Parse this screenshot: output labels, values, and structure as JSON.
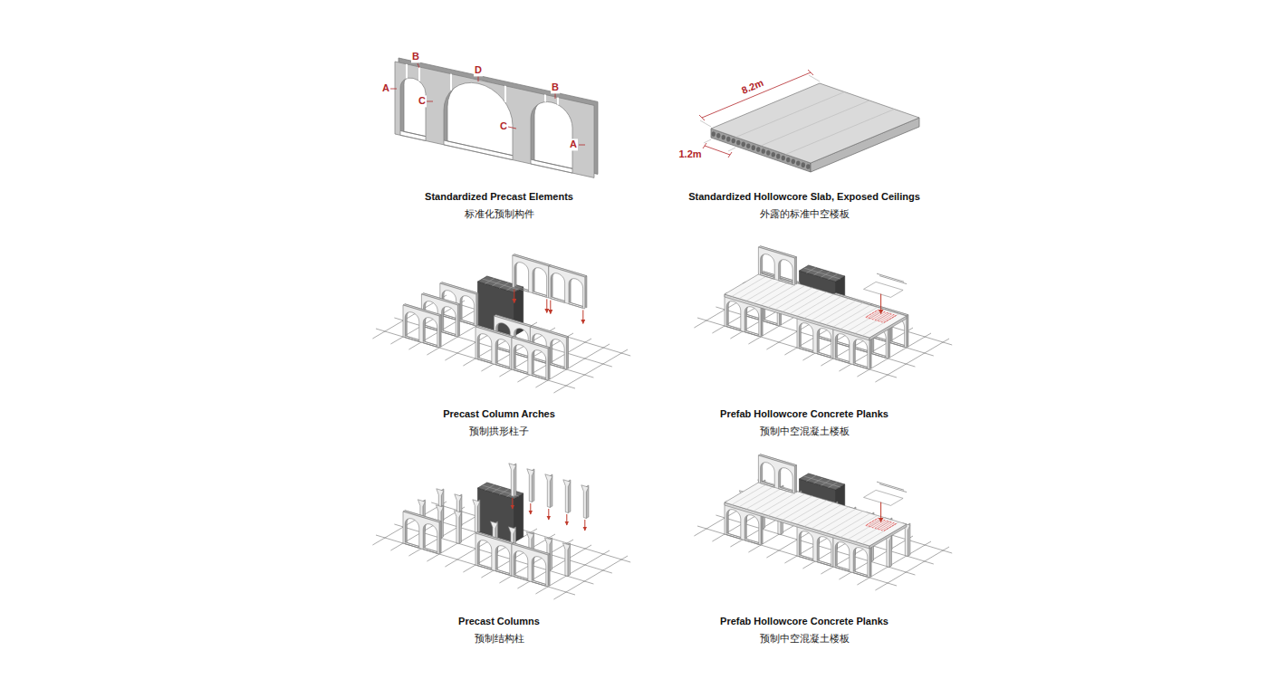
{
  "diagram": {
    "labels": [
      "B",
      "A",
      "C",
      "D",
      "B",
      "C",
      "A",
      "8.2m",
      "1.2m",
      "Standardized Precast Elements",
      "标准化预制构件",
      "Standardized Hollowcore Slab, Exposed Ceilings",
      "外露的标准中空楼板",
      "Precast Column Arches",
      "预制拱形柱子",
      "Prefab Hollowcore Concrete Planks",
      "预制中空混凝土楼板",
      "Precast Columns",
      "预制结构柱",
      "Prefab Hollowcore Concrete Planks",
      "预制中空混凝土楼板"
    ]
  }
}
